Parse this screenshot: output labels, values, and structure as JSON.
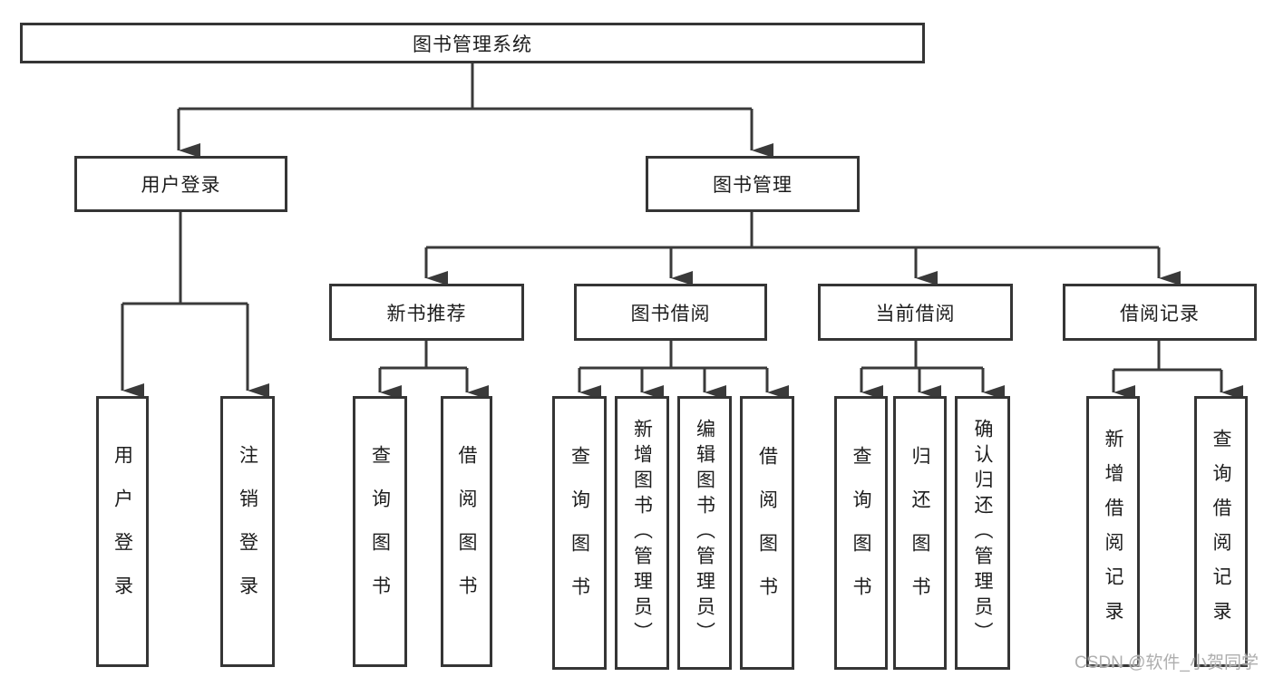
{
  "diagram": {
    "title_node": "图书管理系统",
    "colors": {
      "line": "#3a3a3a",
      "box_border": "#353535",
      "box_fill": "#ffffff",
      "text": "#1d1d1d",
      "watermark": "#aeaeae"
    },
    "nodes": {
      "root": {
        "label": "图书管理系统"
      },
      "user_login": {
        "label": "用户登录"
      },
      "book_mgmt": {
        "label": "图书管理"
      },
      "new_book": {
        "label": "新书推荐"
      },
      "book_borrow": {
        "label": "图书借阅"
      },
      "current_borrow": {
        "label": "当前借阅"
      },
      "borrow_record": {
        "label": "借阅记录"
      },
      "leaf_user_login": {
        "label": "用户登录"
      },
      "leaf_logout": {
        "label": "注销登录"
      },
      "leaf_nb_query": {
        "label": "查询图书"
      },
      "leaf_nb_borrow": {
        "label": "借阅图书"
      },
      "leaf_bb_query": {
        "label": "查询图书"
      },
      "leaf_bb_add": {
        "label": "新增图书（管理员）"
      },
      "leaf_bb_edit": {
        "label": "编辑图书（管理员）"
      },
      "leaf_bb_borrow": {
        "label": "借阅图书"
      },
      "leaf_cb_query": {
        "label": "查询图书"
      },
      "leaf_cb_return": {
        "label": "归还图书"
      },
      "leaf_cb_confirm": {
        "label": "确认归还（管理员）"
      },
      "leaf_br_add": {
        "label": "新增借阅记录"
      },
      "leaf_br_query": {
        "label": "查询借阅记录"
      }
    },
    "hierarchy": {
      "root": "图书管理系统",
      "children": [
        {
          "label": "用户登录",
          "children": [
            "用户登录",
            "注销登录"
          ]
        },
        {
          "label": "图书管理",
          "children": [
            {
              "label": "新书推荐",
              "children": [
                "查询图书",
                "借阅图书"
              ]
            },
            {
              "label": "图书借阅",
              "children": [
                "查询图书",
                "新增图书（管理员）",
                "编辑图书（管理员）",
                "借阅图书"
              ]
            },
            {
              "label": "当前借阅",
              "children": [
                "查询图书",
                "归还图书",
                "确认归还（管理员）"
              ]
            },
            {
              "label": "借阅记录",
              "children": [
                "新增借阅记录",
                "查询借阅记录"
              ]
            }
          ]
        }
      ]
    }
  },
  "watermark": {
    "text": "CSDN @软件_小贺同学"
  }
}
